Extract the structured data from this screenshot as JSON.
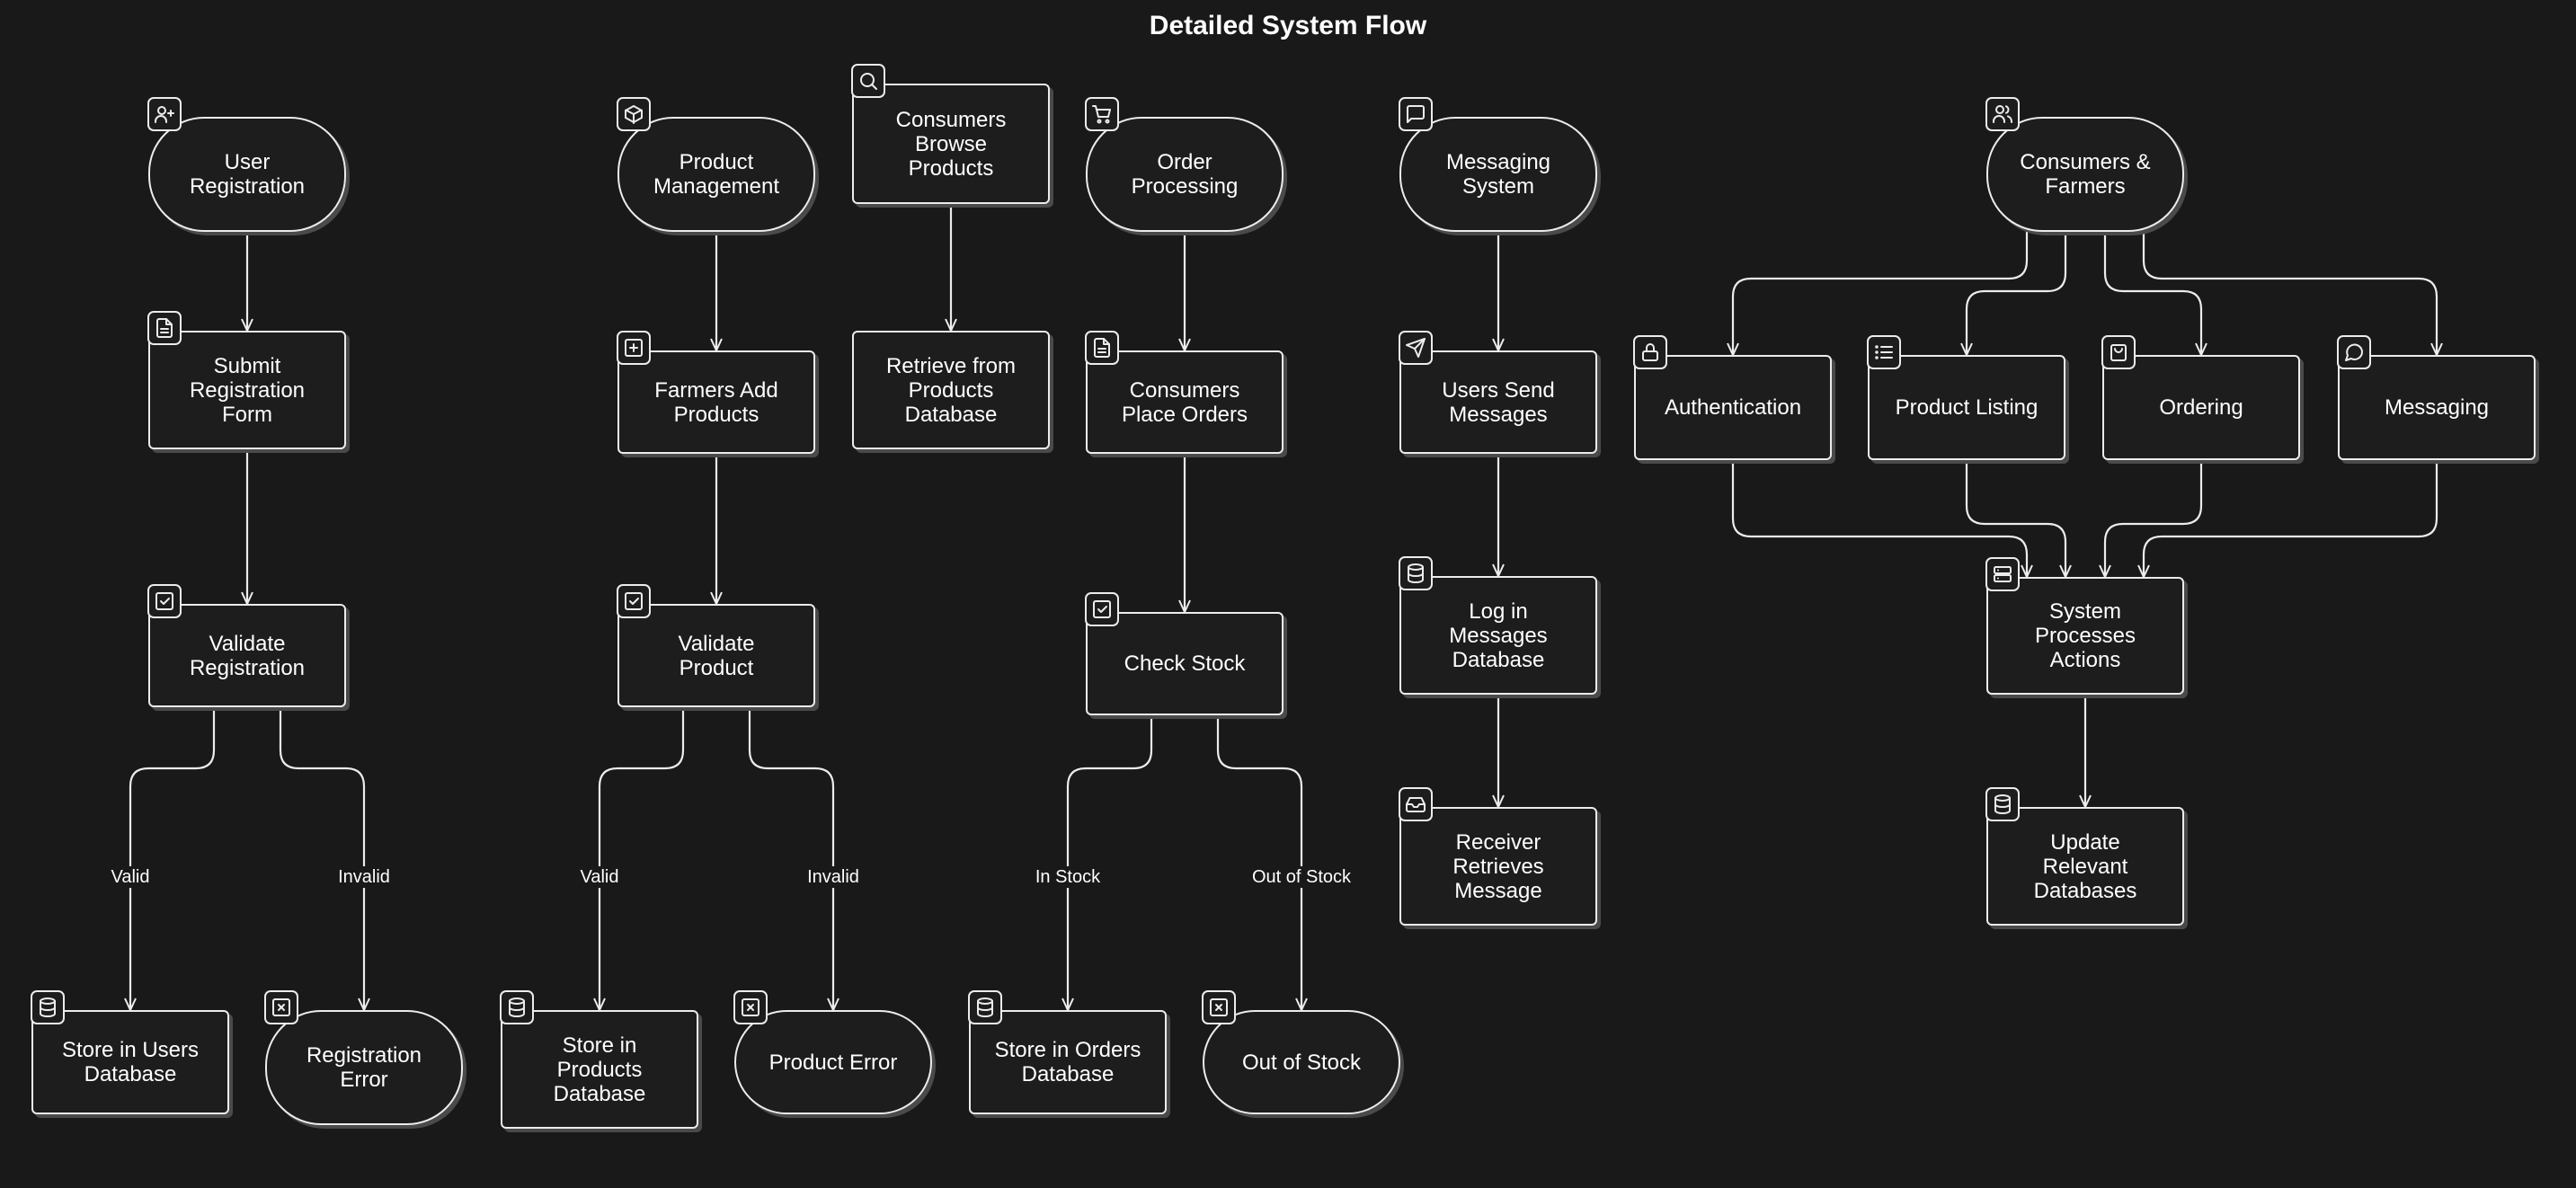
{
  "title": "Detailed System Flow",
  "nodes": {
    "user_reg": "User\nRegistration",
    "submit_form": "Submit\nRegistration\nForm",
    "validate_reg": "Validate\nRegistration",
    "store_users": "Store in Users\nDatabase",
    "reg_error": "Registration\nError",
    "product_mgmt": "Product\nManagement",
    "farmers_add": "Farmers Add\nProducts",
    "validate_prod": "Validate\nProduct",
    "store_products": "Store in\nProducts\nDatabase",
    "product_error": "Product Error",
    "browse": "Consumers\nBrowse\nProducts",
    "retrieve": "Retrieve from\nProducts\nDatabase",
    "order_proc": "Order\nProcessing",
    "place_orders": "Consumers\nPlace Orders",
    "check_stock": "Check Stock",
    "store_orders": "Store in Orders\nDatabase",
    "out_of_stock": "Out of Stock",
    "messaging_sys": "Messaging\nSystem",
    "users_send": "Users Send\nMessages",
    "log_msgs": "Log in\nMessages\nDatabase",
    "receiver": "Receiver\nRetrieves\nMessage",
    "consumers_farmers": "Consumers &\nFarmers",
    "authentication": "Authentication",
    "product_listing": "Product Listing",
    "ordering": "Ordering",
    "messaging": "Messaging",
    "system_processes": "System\nProcesses\nActions",
    "update_dbs": "Update\nRelevant\nDatabases"
  },
  "edge_labels": {
    "reg_valid": "Valid",
    "reg_invalid": "Invalid",
    "prod_valid": "Valid",
    "prod_invalid": "Invalid",
    "in_stock": "In Stock",
    "out_stock": "Out of Stock"
  },
  "colors": {
    "background": "#191919",
    "stroke": "#ececec",
    "text": "#ffffff",
    "shadow": "#4a4a4a"
  },
  "icons": {
    "user_reg": "user-plus-icon",
    "submit_form": "file-text-icon",
    "validate_reg": "check-square-icon",
    "store_users": "database-icon",
    "reg_error": "x-square-icon",
    "product_mgmt": "package-icon",
    "farmers_add": "plus-square-icon",
    "validate_prod": "check-square-icon",
    "store_products": "database-icon",
    "product_error": "x-square-icon",
    "browse": "search-icon",
    "order_proc": "cart-icon",
    "place_orders": "file-text-icon",
    "check_stock": "check-square-icon",
    "store_orders": "database-icon",
    "out_of_stock": "x-square-icon",
    "messaging_sys": "message-square-icon",
    "users_send": "send-icon",
    "log_msgs": "database-icon",
    "receiver": "inbox-icon",
    "consumers_farmers": "users-icon",
    "authentication": "lock-icon",
    "product_listing": "list-icon",
    "ordering": "shopping-bag-icon",
    "messaging": "message-circle-icon",
    "system_processes": "server-icon",
    "update_dbs": "database-icon"
  }
}
